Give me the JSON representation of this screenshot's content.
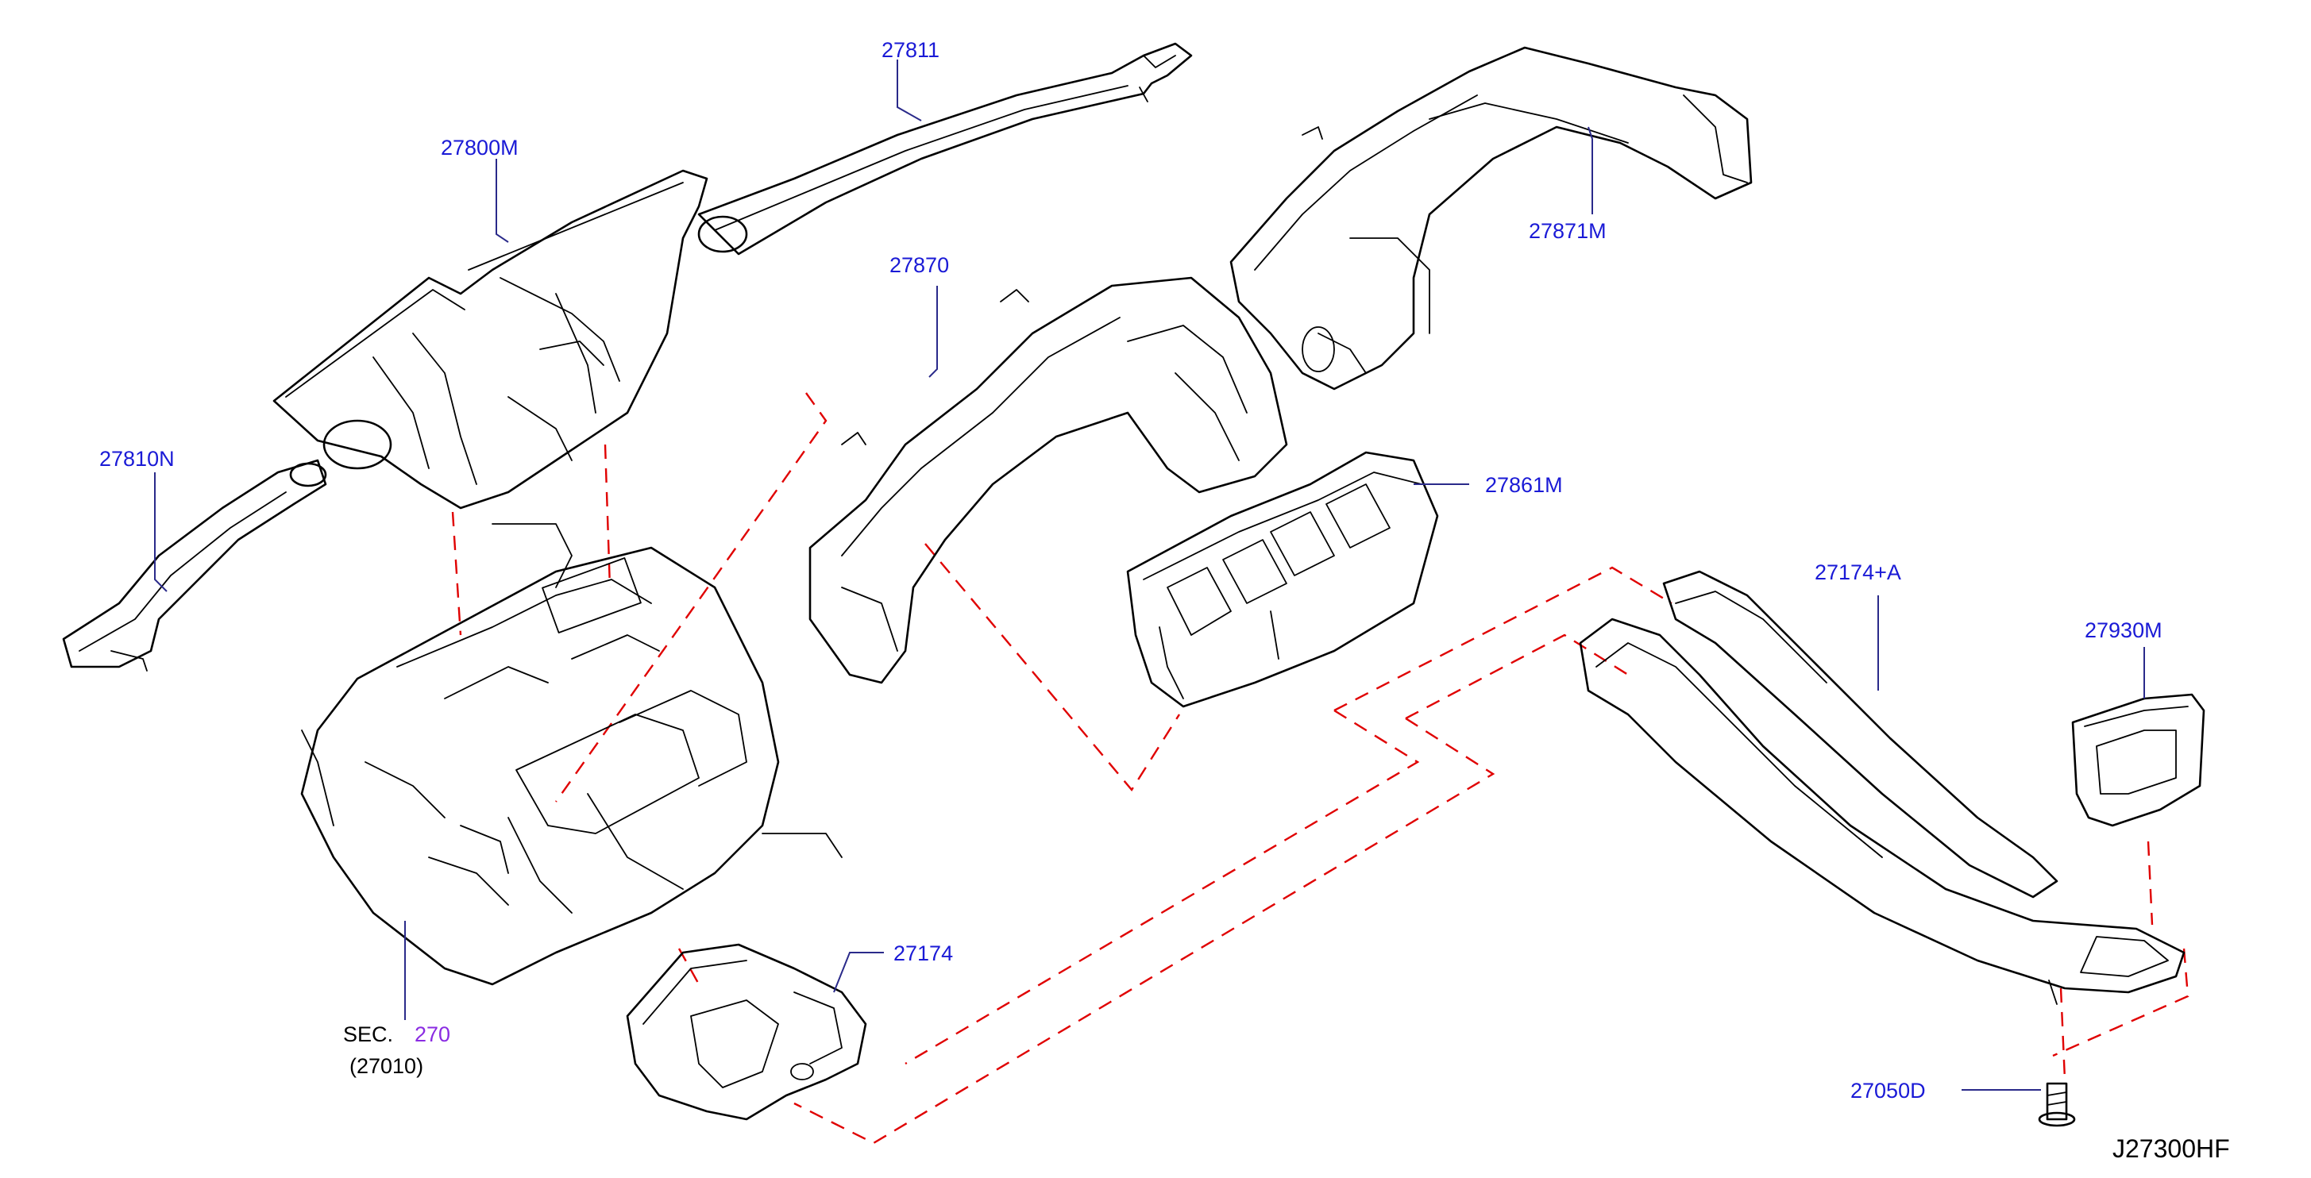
{
  "diagram": {
    "labels": {
      "p27811": "27811",
      "p27800M": "27800M",
      "p27870": "27870",
      "p27871M": "27871M",
      "p27810N": "27810N",
      "p27861M": "27861M",
      "p27174A": "27174+A",
      "p27930M": "27930M",
      "p27174": "27174",
      "p27050D": "27050D",
      "sec_prefix": "SEC.",
      "sec_number": "270",
      "sec_sub": "(27010)"
    },
    "drawing_code": "J27300HF",
    "colors": {
      "label_blue": "#1a1ad6",
      "dashed_red": "#e00000",
      "section_purple": "#8a2be2"
    }
  }
}
